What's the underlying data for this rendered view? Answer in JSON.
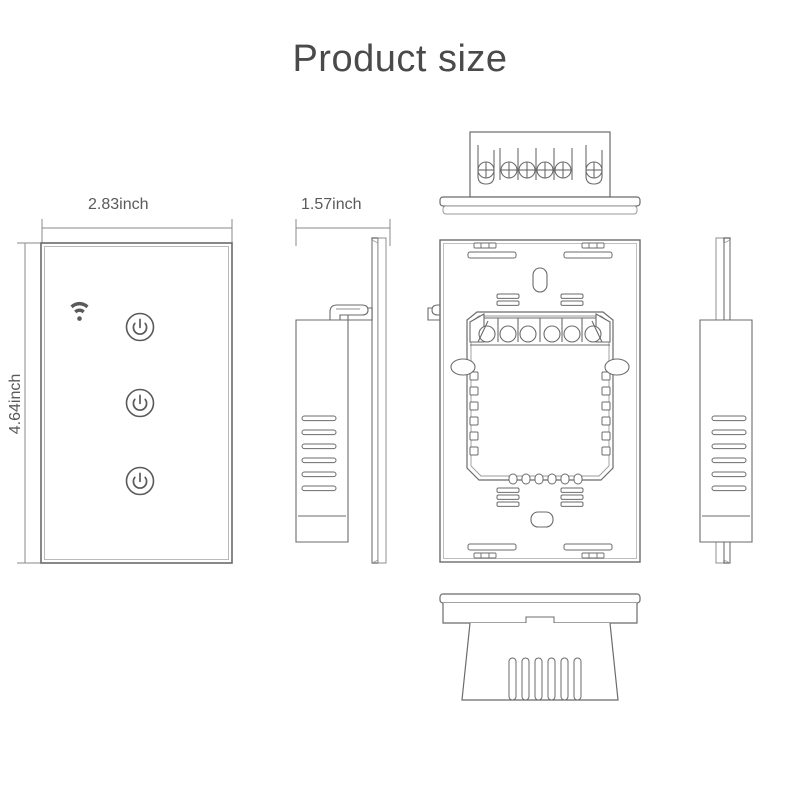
{
  "page": {
    "title": "Product size",
    "background_color": "#ffffff",
    "line_color": "#6b6b6b",
    "text_color": "#4a4a4a"
  },
  "dimensions": {
    "width": {
      "label": "2.83inch",
      "orientation": "horizontal",
      "view": "front"
    },
    "depth": {
      "label": "1.57inch",
      "orientation": "horizontal",
      "view": "side"
    },
    "height": {
      "label": "4.64inch",
      "orientation": "vertical",
      "view": "front"
    }
  },
  "views": {
    "front": {
      "name": "front-view",
      "wifi_indicator": "wifi-icon",
      "buttons": [
        {
          "name": "power-button-1",
          "icon": "power-icon"
        },
        {
          "name": "power-button-2",
          "icon": "power-icon"
        },
        {
          "name": "power-button-3",
          "icon": "power-icon"
        }
      ]
    },
    "left_side": {
      "name": "left-side-view",
      "vent_slots": 6,
      "clip": "mounting-clip"
    },
    "right_side": {
      "name": "right-side-view",
      "vent_slots": 6,
      "clip": "mounting-clip"
    },
    "back": {
      "name": "back-view",
      "terminal_ports": 6,
      "bottom_tabs": 6,
      "side_slots_per_side": 6,
      "mounting_tabs": 4
    },
    "top": {
      "name": "top-view",
      "terminal_screws": 6
    },
    "bottom": {
      "name": "bottom-view",
      "vent_slots": 6
    }
  }
}
